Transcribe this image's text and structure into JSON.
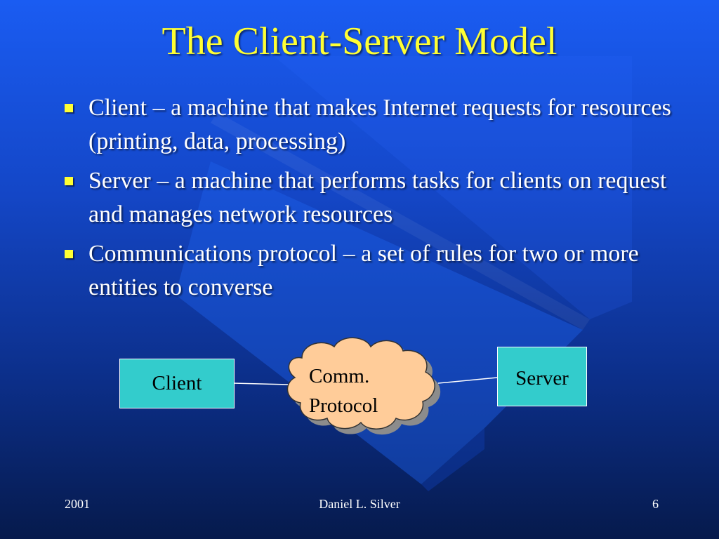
{
  "slide": {
    "title": "The Client-Server Model",
    "bullets": [
      "Client – a machine that makes Internet requests for resources (printing, data, processing)",
      "Server – a machine that performs tasks for clients on request and manages network resources",
      "Communications protocol – a set of rules for two or more entities to converse"
    ]
  },
  "diagram": {
    "client_label": "Client",
    "cloud_label_line1": "Comm.",
    "cloud_label_line2": "Protocol",
    "server_label": "Server"
  },
  "footer": {
    "year": "2001",
    "author": "Daniel L. Silver",
    "page": "6"
  },
  "colors": {
    "title": "#ffff33",
    "bullet": "#ffff33",
    "box_fill": "#33cccc",
    "cloud_fill": "#ffcc99"
  }
}
